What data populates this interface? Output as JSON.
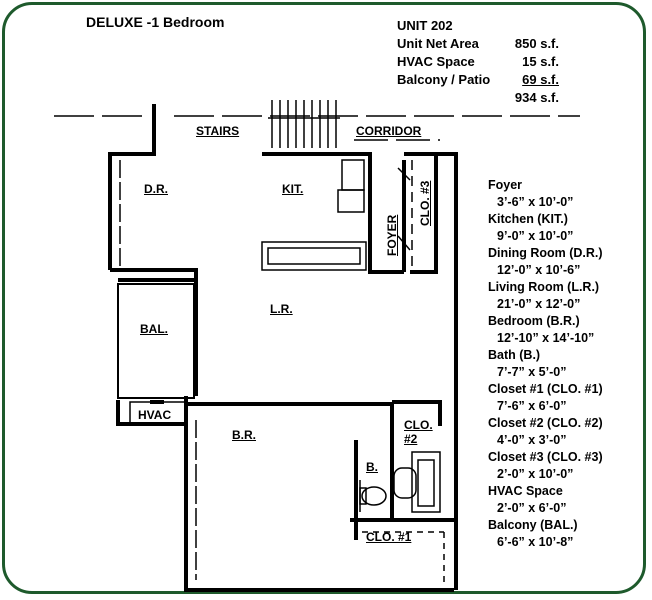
{
  "title": "DELUXE -1 Bedroom",
  "unit": {
    "name": "UNIT 202",
    "rows": [
      {
        "label": "Unit Net Area",
        "value": "850 s.f."
      },
      {
        "label": "HVAC Space",
        "value": "15 s.f."
      },
      {
        "label": "Balcony / Patio",
        "value": "69 s.f."
      }
    ],
    "total": "934 s.f."
  },
  "labels": {
    "stairs": "STAIRS",
    "corridor": "CORRIDOR",
    "dining": "D.R.",
    "kitchen": "KIT.",
    "foyer": "FOYER",
    "closet3": "CLO. #3",
    "living": "L.R.",
    "balcony": "BAL.",
    "hvac": "HVAC",
    "bedroom": "B.R.",
    "closet2_a": "CLO.",
    "closet2_b": "#2",
    "bath": "B.",
    "closet1": "CLO. #1"
  },
  "legend": [
    {
      "name": "Foyer",
      "dim": "3’-6” x 10’-0”"
    },
    {
      "name": "Kitchen (KIT.)",
      "dim": "9’-0” x 10’-0”"
    },
    {
      "name": "Dining Room (D.R.)",
      "dim": "12’-0” x 10’-6”"
    },
    {
      "name": "Living Room (L.R.)",
      "dim": "21’-0” x 12’-0”"
    },
    {
      "name": "Bedroom (B.R.)",
      "dim": "12’-10” x 14’-10”"
    },
    {
      "name": "Bath (B.)",
      "dim": "7’-7” x 5’-0”"
    },
    {
      "name": "Closet #1 (CLO. #1)",
      "dim": "7’-6” x 6’-0”"
    },
    {
      "name": "Closet #2 (CLO. #2)",
      "dim": "4’-0” x 3’-0”"
    },
    {
      "name": "Closet #3 (CLO. #3)",
      "dim": "2’-0” x 10’-0”"
    },
    {
      "name": "HVAC Space",
      "dim": "2’-0” x 6’-0”"
    },
    {
      "name": "Balcony (BAL.)",
      "dim": "6’-6” x 10’-8”"
    }
  ],
  "colors": {
    "border": "#1e5a2c",
    "ink": "#000000"
  }
}
